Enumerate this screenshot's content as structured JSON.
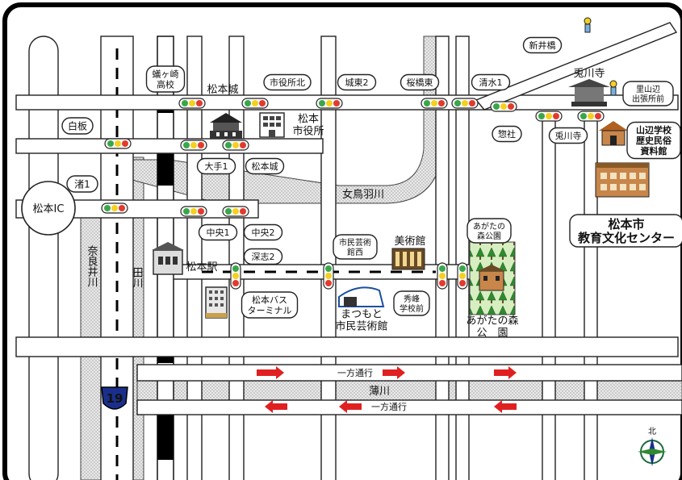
{
  "map": {
    "places": {
      "matsumoto_ic": "松本IC",
      "matsumoto_castle": "松本城",
      "city_hall": "松本\n市役所",
      "matsumoto_station": "松本駅",
      "bus_terminal": "松本バス\nターミナル",
      "museum": "美術館",
      "arts_center": "まつもと\n市民芸術館",
      "agata_park": "あがたの森\n公　園",
      "genchi_temple": "兎川寺",
      "yamabe_museum": "山辺学校\n歴史民俗\n資料館",
      "education_center": "松本市\n教育文化センター",
      "satoyama_office": "里山辺\n出張所前"
    },
    "signals": {
      "shirakaba": "白板",
      "nagisa1": "渚1",
      "hebikubo": "蟻ヶ崎\n高校",
      "shiyakusho_kita": "市役所北",
      "jotou2": "城東2",
      "sakurabashi_higashi": "桜橋東",
      "shimizu1": "清水1",
      "shinaibashi": "新井橋",
      "soja": "惣社",
      "genchi_ji": "兎川寺",
      "ote1": "大手1",
      "matsumotojo": "松本城",
      "chuo1": "中央1",
      "chuo2": "中央2",
      "fukashi2": "深志2",
      "geijutsukan_nishi": "市民芸術\n館西",
      "agata_mori_koen": "あがたの\n森公園",
      "shuho_gakko": "秀峰\n学校前"
    },
    "rivers": {
      "metoba": "女鳥羽川",
      "nara_igawa": "奈良井川",
      "tagawa": "田川",
      "susukigawa": "薄川"
    },
    "route_number": "19",
    "one_way_label_1": "一方通行",
    "one_way_label_2": "一方通行",
    "compass_label": "北",
    "colors": {
      "arrow_red": "#e02020",
      "shade": "#c8c8c8",
      "route_blue": "#1a2f8c",
      "park_green": "#d6eec0"
    }
  }
}
